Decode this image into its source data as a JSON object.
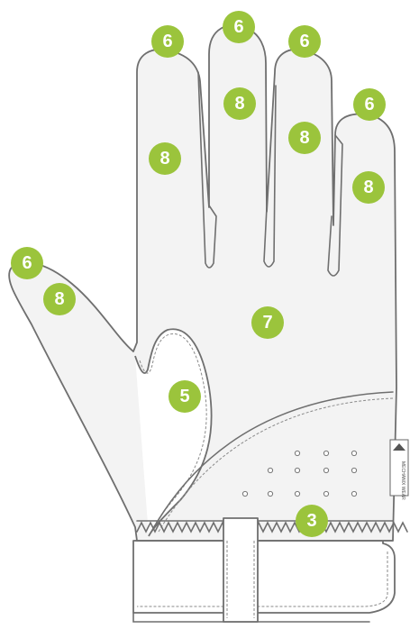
{
  "diagram": {
    "badges": [
      {
        "id": "thumb-tip",
        "label": "6"
      },
      {
        "id": "index-tip",
        "label": "6"
      },
      {
        "id": "middle-tip",
        "label": "6"
      },
      {
        "id": "ring-tip",
        "label": "6"
      },
      {
        "id": "pinky-tip",
        "label": "6"
      },
      {
        "id": "thumb-body",
        "label": "8"
      },
      {
        "id": "index-body",
        "label": "8"
      },
      {
        "id": "middle-body",
        "label": "8"
      },
      {
        "id": "ring-body",
        "label": "8"
      },
      {
        "id": "pinky-body",
        "label": "8"
      },
      {
        "id": "palm",
        "label": "7"
      },
      {
        "id": "thumb-crotch",
        "label": "5"
      },
      {
        "id": "cuff",
        "label": "3"
      }
    ],
    "brand_label": "MECHANIX WEAR",
    "accent_color": "#9bc43c",
    "outline_color": "#6f6f6f"
  }
}
